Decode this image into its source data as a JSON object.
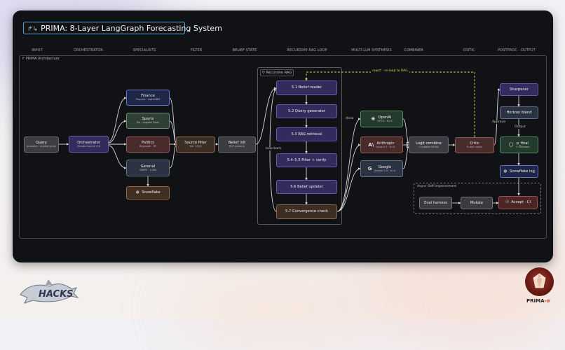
{
  "title": "PRIMA: 8-Layer LangGraph Forecasting System",
  "columns": [
    "INPUT",
    "ORCHESTRATOR",
    "SPECIALISTS",
    "FILTER",
    "BELIEF STATE",
    "RECURSIVE RAG LOOP",
    "MULTI-LLM SYNTHESIS",
    "COMBINER",
    "CRITIC",
    "POSTPROC · OUTPUT"
  ],
  "architecture_label": "PRIMA Architecture",
  "rag_label": "Recursive RAG",
  "async_label": "Async Self-improvement",
  "nodes": {
    "query": {
      "title": "Query",
      "sub": "question · market price"
    },
    "orchestrator": {
      "title": "Orchestrator",
      "sub": "Claude Sonnet 4.6"
    },
    "finance": {
      "title": "Finance",
      "sub": "Prophet · LightGBM"
    },
    "sports": {
      "title": "Sports",
      "sub": "Elo · Logistic Regr."
    },
    "politics": {
      "title": "Politics",
      "sub": "Bayesian · RF"
    },
    "general": {
      "title": "General",
      "sub": "SBERT · k-NN"
    },
    "snowflake": {
      "title": "Snowflake"
    },
    "source_filter": {
      "title": "Source filter",
      "sub": "tier 1/2/3"
    },
    "belief_init": {
      "title": "Belief init",
      "sub": "BLF schema"
    },
    "belief_reader": {
      "title": "5.1 Belief reader"
    },
    "query_generator": {
      "title": "5.2 Query generator"
    },
    "rag_retrieval": {
      "title": "5.3 RAG retrieval"
    },
    "filter_verify": {
      "title": "5.4–5.5 Filter + verify"
    },
    "belief_updater": {
      "title": "5.6 Belief updater"
    },
    "convergence": {
      "title": "5.7 Convergence check"
    },
    "openai": {
      "title": "OpenAI",
      "sub": "GPT-5 · K=5"
    },
    "anthropic": {
      "title": "Anthropic",
      "sub": "Opus 4.7 · K=5"
    },
    "google": {
      "title": "Google",
      "sub": "Gemini 2.5 · K=5"
    },
    "logit_combine": {
      "title": "Logit combine",
      "sub": "+ market shrink"
    },
    "critic": {
      "title": "Critic",
      "sub": "5-dim rubric"
    },
    "sharpener": {
      "title": "Sharpener"
    },
    "horizon_blend": {
      "title": "Horizon blend"
    },
    "p_final": {
      "title": "p_final",
      "sub": "+ rationale"
    },
    "snowflake_log": {
      "title": "Snowflake log"
    },
    "eval_harness": {
      "title": "Eval harness"
    },
    "mutate": {
      "title": "Mutate"
    },
    "accept_ci": {
      "title": "Accept · CI"
    }
  },
  "edge_labels": {
    "reject": "reject · re-loop to RAG",
    "done": "done",
    "loop_back": "loop back",
    "approve": "Approve",
    "output": "Output"
  },
  "brand": {
    "hacks": "HACKS",
    "prima_name": "PRIMA",
    "prima_suffix": "-σ"
  },
  "colors": {
    "panel": "#111215",
    "accent_blue": "#5fa8dc",
    "reject_edge": "#d8d04a",
    "edge": "#d8d8d8"
  }
}
